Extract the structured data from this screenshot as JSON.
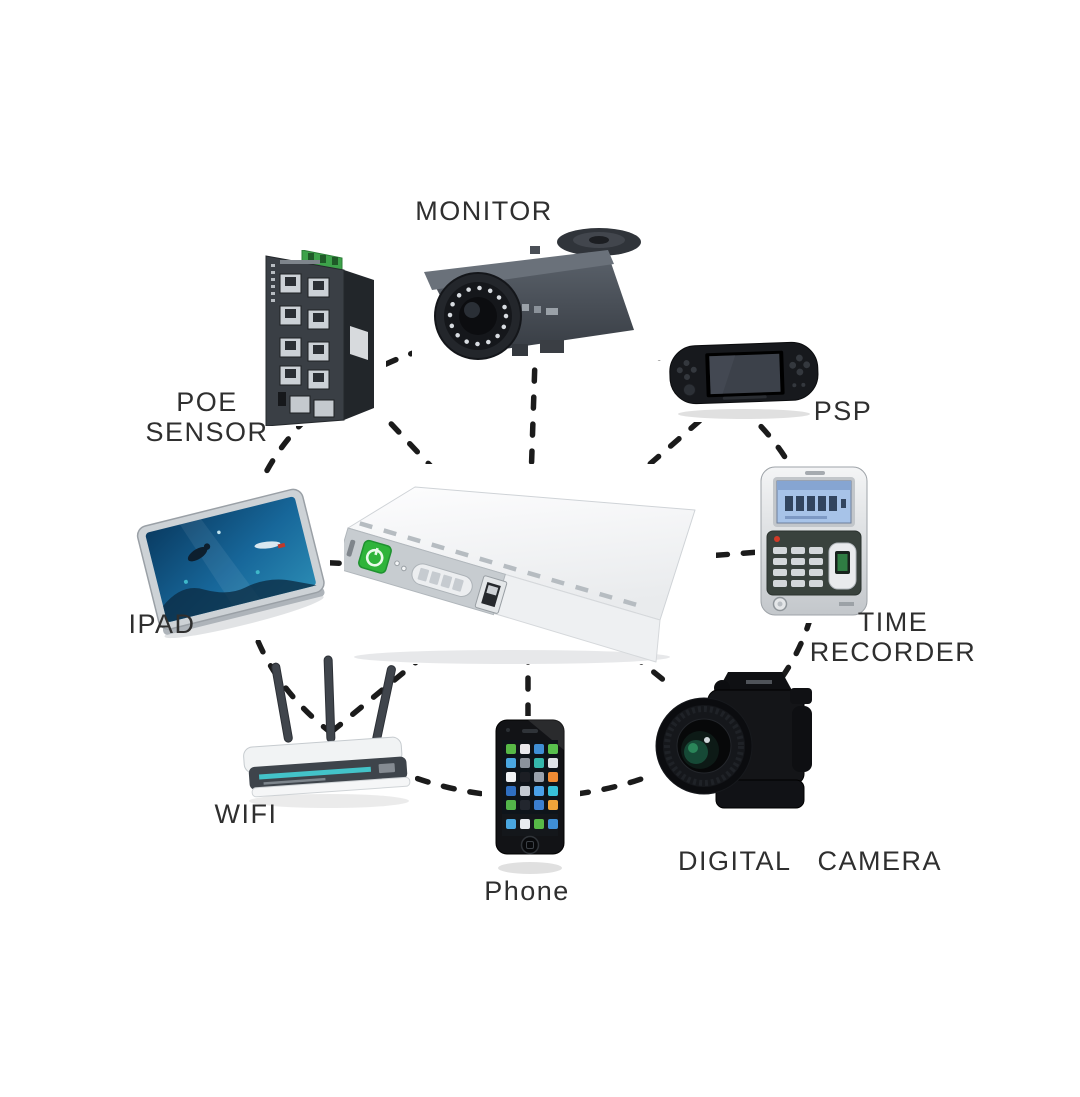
{
  "page": {
    "background_color": "#ffffff"
  },
  "diagram": {
    "type": "hub-and-spoke connection diagram",
    "hub": {
      "device": "mini UPS power bank",
      "accent_color": "#2fb43a"
    },
    "nodes": {
      "monitor": {
        "label": "MONITOR",
        "device": "CCTV bullet camera"
      },
      "poe_sensor": {
        "label": "POE\nSENSOR",
        "device": "industrial PoE switch"
      },
      "psp": {
        "label": "PSP",
        "device": "handheld game console"
      },
      "time_recorder": {
        "label": "TIME   RECORDER",
        "device": "fingerprint time clock"
      },
      "ipad": {
        "label": "IPAD",
        "device": "tablet computer"
      },
      "wifi": {
        "label": "WIFI",
        "device": "wireless router"
      },
      "phone": {
        "label": "Phone",
        "device": "smartphone"
      },
      "digital_camera": {
        "label": "DIGITAL   CAMERA",
        "device": "DSLR camera"
      }
    },
    "colors": {
      "connector": "#1b1b1b",
      "label_text": "#2f2f2f",
      "hub_power_button": "#2fb43a",
      "poe_terminal_green": "#3da24a",
      "time_recorder_lcd": "#a7c3e8",
      "router_accent_teal": "#43c3c9"
    }
  }
}
